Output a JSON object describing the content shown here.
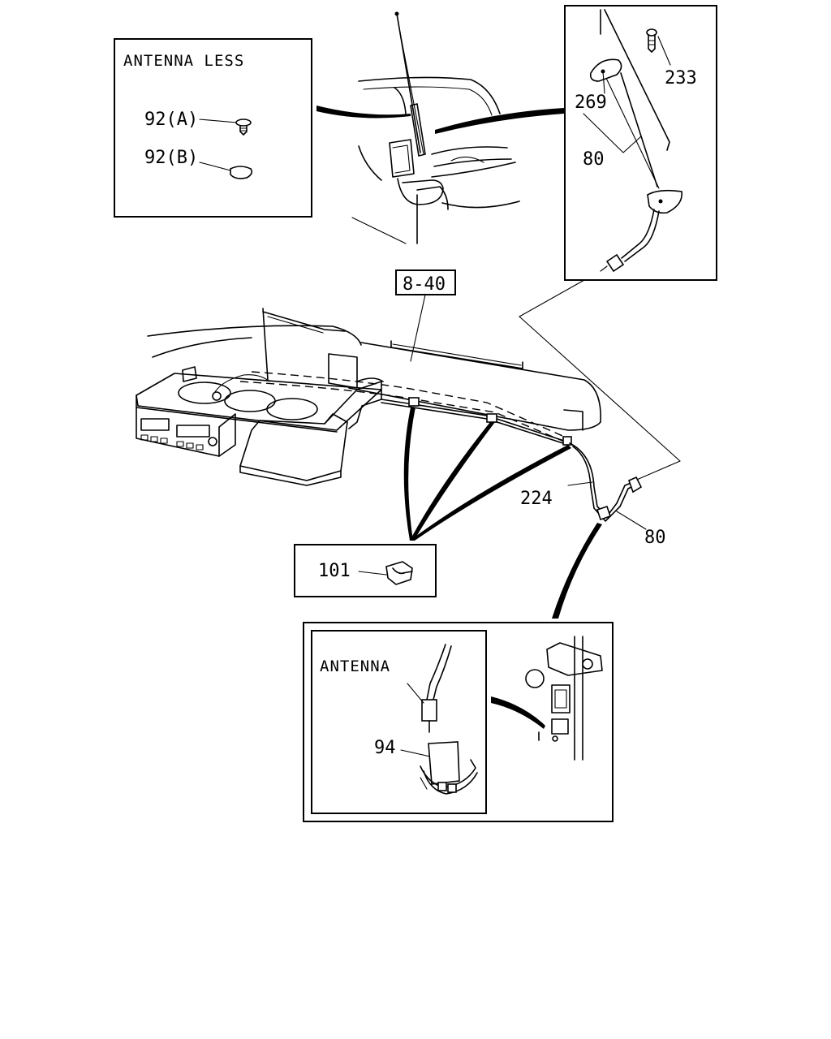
{
  "boxes": {
    "antenna_less": {
      "title": "ANTENNA LESS",
      "part_a": "92(A)",
      "part_b": "92(B)"
    },
    "clip_detail": {
      "part": "101"
    },
    "antenna_detail": {
      "title": "ANTENNA",
      "part": "94"
    },
    "ref_section": "8-40"
  },
  "callouts": {
    "bolt": "233",
    "base": "269",
    "mast_assembly": "80",
    "feeder_cable": "224",
    "cable_end": "80"
  }
}
